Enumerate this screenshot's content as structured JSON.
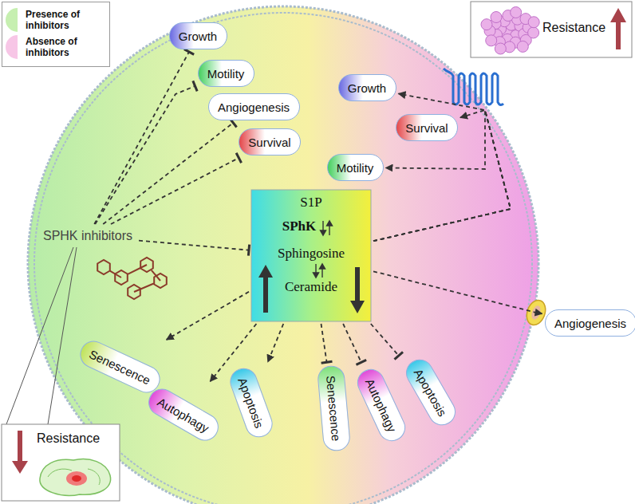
{
  "diagram": {
    "nodes": [
      {
        "text": [
          "Growth"
        ]
      },
      {
        "text": [
          "Motility"
        ]
      },
      {
        "text": [
          "Angiogenesis"
        ]
      },
      {
        "text": [
          "Survival"
        ]
      },
      {
        "text": [
          "S1P",
          "SPhK",
          "Sphingosine",
          "Ceramide"
        ]
      },
      {
        "text": [
          "SPHK inhibitors"
        ]
      },
      {
        "text": [
          "Growth"
        ]
      },
      {
        "text": [
          "Motility"
        ]
      },
      {
        "text": [
          "Survival"
        ]
      },
      {
        "text": [
          "Senescence"
        ]
      },
      {
        "text": [
          "Autophagy"
        ]
      },
      {
        "text": [
          "Apoptosis"
        ]
      },
      {
        "text": [
          "Senescence"
        ]
      },
      {
        "text": [
          "Autophagy"
        ]
      },
      {
        "text": [
          "Apoptosis"
        ]
      },
      {
        "text": [
          "Angiogenesis"
        ]
      },
      {
        "text": [
          "Resistance"
        ]
      },
      {
        "text": [
          "Resistance"
        ]
      }
    ],
    "edges": [
      {
        "from": 5,
        "to": 0,
        "arrow": "to"
      },
      {
        "from": 5,
        "to": 1,
        "arrow": "to"
      },
      {
        "from": 5,
        "to": 2,
        "arrow": "to"
      },
      {
        "from": 5,
        "to": 3,
        "arrow": "to"
      },
      {
        "from": 5,
        "to": 4,
        "arrow": "to"
      },
      {
        "from": 4,
        "to": 9,
        "arrow": "to"
      },
      {
        "from": 4,
        "to": 10,
        "arrow": "to"
      },
      {
        "from": 4,
        "to": 11,
        "arrow": "to"
      },
      {
        "from": 4,
        "to": 12,
        "arrow": "to"
      },
      {
        "from": 4,
        "to": 13,
        "arrow": "to"
      },
      {
        "from": 4,
        "to": 14,
        "arrow": "to"
      },
      {
        "from": 4,
        "to": 6,
        "arrow": "to"
      },
      {
        "from": 4,
        "to": 7,
        "arrow": "to"
      },
      {
        "from": 4,
        "to": 8,
        "arrow": "to"
      },
      {
        "from": 4,
        "to": 15,
        "arrow": "to"
      }
    ],
    "legend": [
      {
        "text": "Presence of inhibitors",
        "color": "#c6efb0"
      },
      {
        "text": "Absence of inhibitors",
        "color": "#f7c6e6"
      }
    ]
  }
}
